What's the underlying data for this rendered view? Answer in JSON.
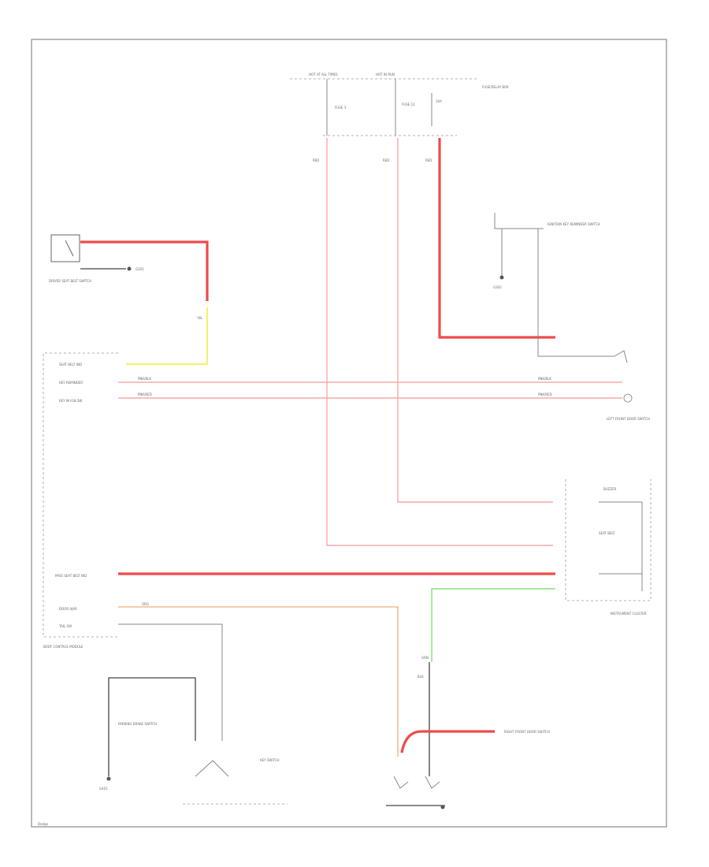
{
  "labels": {
    "fuse_box_left": "HOT AT ALL TIMES",
    "fuse_box_right": "HOT IN RUN",
    "fuse_note": "FUSE/RELAY BOX",
    "fuse_a": "FUSE 3",
    "fuse_b": "FUSE 12",
    "fuse_c": "10A",
    "wire_a": "RED",
    "wire_b": "RED",
    "wire_c": "RED",
    "seatbelt_switch": "DRIVER SEAT BELT SWITCH",
    "ground_left": "G201",
    "yel": "YEL",
    "bcm_line1": "SEAT BELT IND",
    "bcm_line2": "KEY REMINDER",
    "bcm_line3": "KEY IN IGN SW",
    "pnk_blk": "PNK/BLK",
    "pnk_red": "PNK/RED",
    "bcm_label": "BODY CONTROL MODULE",
    "pass_seatbelt": "PASS SEAT BELT IND",
    "ignition_sw_label": "IGNITION KEY REMINDER SWITCH",
    "door_sw_label": "LEFT FRONT DOOR SWITCH",
    "ground_right": "G302",
    "cluster_label": "INSTRUMENT CLUSTER",
    "cluster_inner_1": "SEAT BELT",
    "cluster_inner_2": "BUZZER",
    "parking_brake_label": "PARKING BRAKE SWITCH",
    "tail_sw": "TAIL SW",
    "door_ajar": "DOOR AJAR",
    "grn": "GRN",
    "blk": "BLK",
    "org": "ORG",
    "key_sw_label": "KEY SWITCH",
    "right_door_label": "RIGHT FRONT DOOR SWITCH",
    "bottom_ground": "G401",
    "footer": "Dodge"
  }
}
